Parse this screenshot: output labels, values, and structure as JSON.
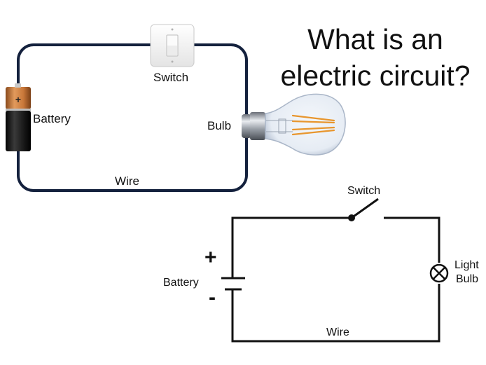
{
  "title": {
    "line1": "What is an",
    "line2": "electric circuit?"
  },
  "illustration": {
    "labels": {
      "switch": "Switch",
      "battery": "Battery",
      "bulb": "Bulb",
      "wire": "Wire"
    },
    "battery_terminal": "+",
    "colors": {
      "wire": "#14213d",
      "battery_top": "#c9783a",
      "battery_body": "#1a1a1a",
      "filament": "#e8962e"
    }
  },
  "schematic": {
    "labels": {
      "switch": "Switch",
      "battery": "Battery",
      "bulb_line1": "Light",
      "bulb_line2": "Bulb",
      "wire": "Wire",
      "plus": "+",
      "minus": "-"
    },
    "colors": {
      "line": "#111111"
    }
  }
}
